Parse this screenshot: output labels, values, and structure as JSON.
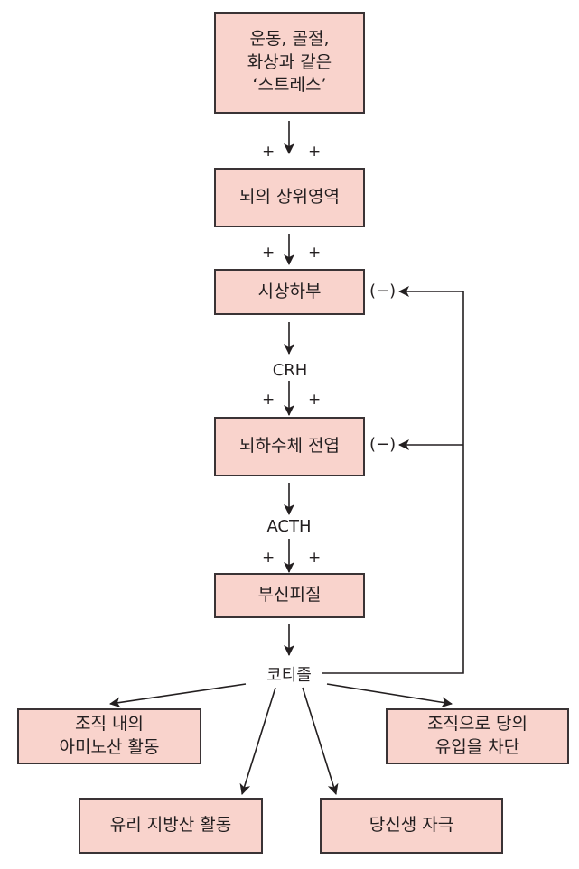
{
  "diagram": {
    "nodes": {
      "stress": "운동, 골절,\n화상과 같은\n‘스트레스’",
      "higher_brain": "뇌의 상위영역",
      "hypothalamus": "시상하부",
      "pituitary": "뇌하수체 전엽",
      "adrenal_cortex": "부신피질",
      "cortisol": "코티졸",
      "amino_acid": "조직 내의\n아미노산 활동",
      "fatty_acid": "유리 지방산 활동",
      "gluconeogenesis": "당신생 자극",
      "glucose_block": "조직으로 당의\n유입을 차단"
    },
    "hormones": {
      "crh": "CRH",
      "acth": "ACTH"
    },
    "signs": {
      "plus": "+",
      "negative_feedback": "(−)"
    },
    "colors": {
      "box_fill": "#f9d3cc",
      "line": "#231f20"
    }
  }
}
